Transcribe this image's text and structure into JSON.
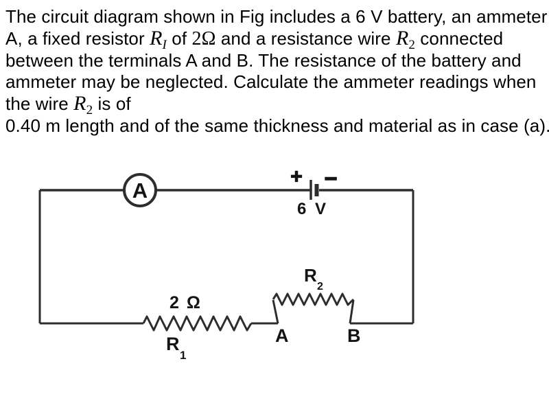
{
  "problem": {
    "lines": [
      {
        "segments": [
          {
            "t": "The circuit diagram shown in Fig includes a 6 V battery, an ammeter",
            "c": "t"
          }
        ]
      },
      {
        "segments": [
          {
            "t": "A, a fixed resistor ",
            "c": "t"
          },
          {
            "t": "R",
            "c": "mi"
          },
          {
            "t": "I",
            "c": "sub mi"
          },
          {
            "t": " of ",
            "c": "t"
          },
          {
            "t": "2Ω",
            "c": "mn"
          },
          {
            "t": " and a resistance wire ",
            "c": "t"
          },
          {
            "t": "R",
            "c": "mi"
          },
          {
            "t": "2",
            "c": "sub mn"
          },
          {
            "t": " connected",
            "c": "t"
          }
        ]
      },
      {
        "segments": [
          {
            "t": "between the terminals A and B. The resistance of the battery and",
            "c": "t"
          }
        ]
      },
      {
        "segments": [
          {
            "t": "ammeter may be neglected. Calculate the ammeter readings when",
            "c": "t"
          }
        ]
      },
      {
        "segments": [
          {
            "t": "the wire ",
            "c": "t"
          },
          {
            "t": "R",
            "c": "mi"
          },
          {
            "t": "2",
            "c": "sub mn"
          },
          {
            "t": " is of",
            "c": "t"
          }
        ]
      },
      {
        "segments": [
          {
            "t": "0.40 m length and of the same thickness and material as in case (a).",
            "c": "t"
          }
        ]
      }
    ]
  },
  "circuit": {
    "ammeter_label": "A",
    "battery": {
      "plus": "+",
      "minus": "−",
      "voltage": "6 V"
    },
    "resistor1": {
      "value": "2 Ω",
      "name": "R",
      "subscript": "1"
    },
    "resistor2": {
      "name": "R",
      "subscript": "2"
    },
    "terminals": {
      "a": "A",
      "b": "B"
    },
    "colors": {
      "wire": "#2d2d2d",
      "label_text": "#141414",
      "background": "#ffffff"
    }
  }
}
